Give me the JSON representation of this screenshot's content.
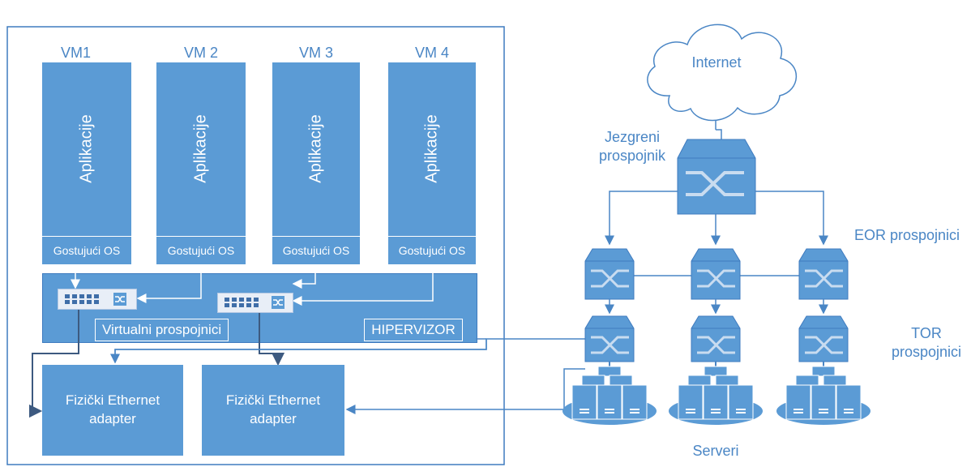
{
  "vms": [
    {
      "name": "VM1",
      "app": "Aplikacije",
      "os": "Gostujući OS"
    },
    {
      "name": "VM 2",
      "app": "Aplikacije",
      "os": "Gostujući OS"
    },
    {
      "name": "VM 3",
      "app": "Aplikacije",
      "os": "Gostujući OS"
    },
    {
      "name": "VM 4",
      "app": "Aplikacije",
      "os": "Gostujući OS"
    }
  ],
  "hypervisor": {
    "virtual_switches_label": "Virtualni prospojnici",
    "label": "HIPERVIZOR"
  },
  "adapters": [
    {
      "line1": "Fizički Ethernet",
      "line2": "adapter"
    },
    {
      "line1": "Fizički Ethernet",
      "line2": "adapter"
    }
  ],
  "network": {
    "internet": "Internet",
    "core_line1": "Jezgreni",
    "core_line2": "prospojnik",
    "eor": "EOR prospojnici",
    "tor_line1": "TOR",
    "tor_line2": "prospojnici",
    "servers": "Serveri"
  },
  "colors": {
    "primary": "#5b9bd5",
    "line": "#4a86c5",
    "text": "#ffffff"
  }
}
